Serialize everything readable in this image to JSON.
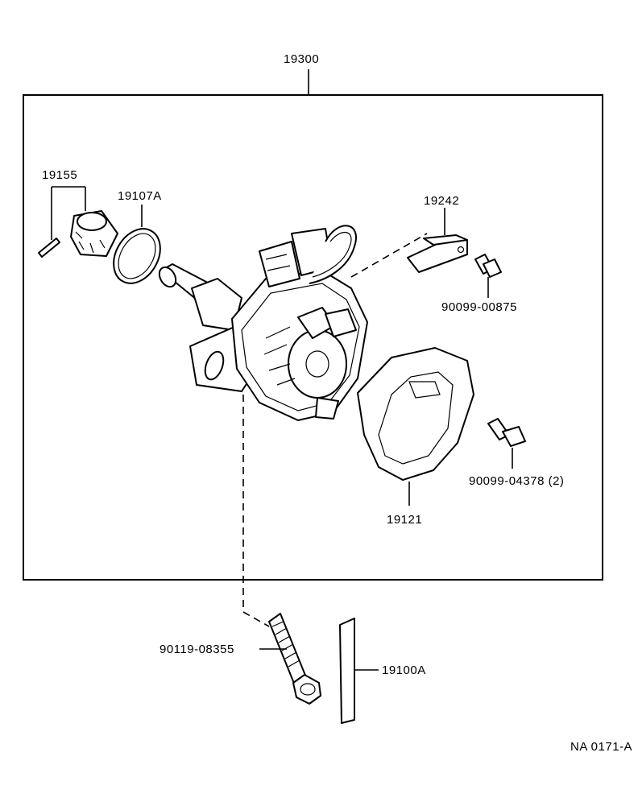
{
  "assembly_number": "19300",
  "parts": {
    "p19155": "19155",
    "p19107A": "19107A",
    "p19242": "19242",
    "p90099_00875": "90099-00875",
    "p90099_04378": "90099-04378 (2)",
    "p19121": "19121",
    "p90119_08355": "90119-08355",
    "p19100A": "19100A"
  },
  "figure_code": "NA 0171-A"
}
